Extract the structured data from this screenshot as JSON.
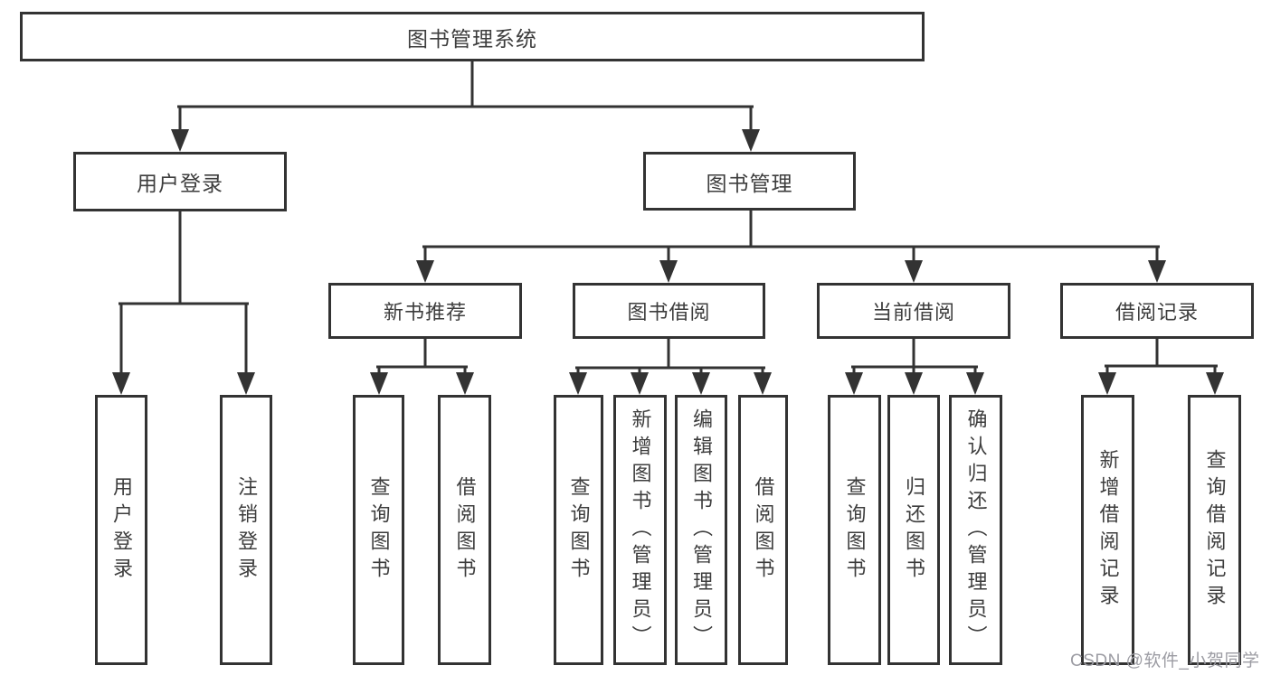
{
  "diagram": {
    "root": {
      "label": "图书管理系统"
    },
    "branches": [
      {
        "label": "用户登录",
        "children": [
          {
            "label": "用户登录"
          },
          {
            "label": "注销登录"
          }
        ]
      },
      {
        "label": "图书管理",
        "children": [
          {
            "label": "新书推荐",
            "children": [
              {
                "label": "查询图书"
              },
              {
                "label": "借阅图书"
              }
            ]
          },
          {
            "label": "图书借阅",
            "children": [
              {
                "label": "查询图书"
              },
              {
                "label": "新增图书（管理员）"
              },
              {
                "label": "编辑图书（管理员）"
              },
              {
                "label": "借阅图书"
              }
            ]
          },
          {
            "label": "当前借阅",
            "children": [
              {
                "label": "查询图书"
              },
              {
                "label": "归还图书"
              },
              {
                "label": "确认归还（管理员）"
              }
            ]
          },
          {
            "label": "借阅记录",
            "children": [
              {
                "label": "新增借阅记录"
              },
              {
                "label": "查询借阅记录"
              }
            ]
          }
        ]
      }
    ]
  },
  "watermark": "CSDN @软件_小贺同学",
  "colors": {
    "line": "#333333",
    "text": "#3d3d3d",
    "background": "#ffffff",
    "watermark": "#9c9ca3"
  }
}
